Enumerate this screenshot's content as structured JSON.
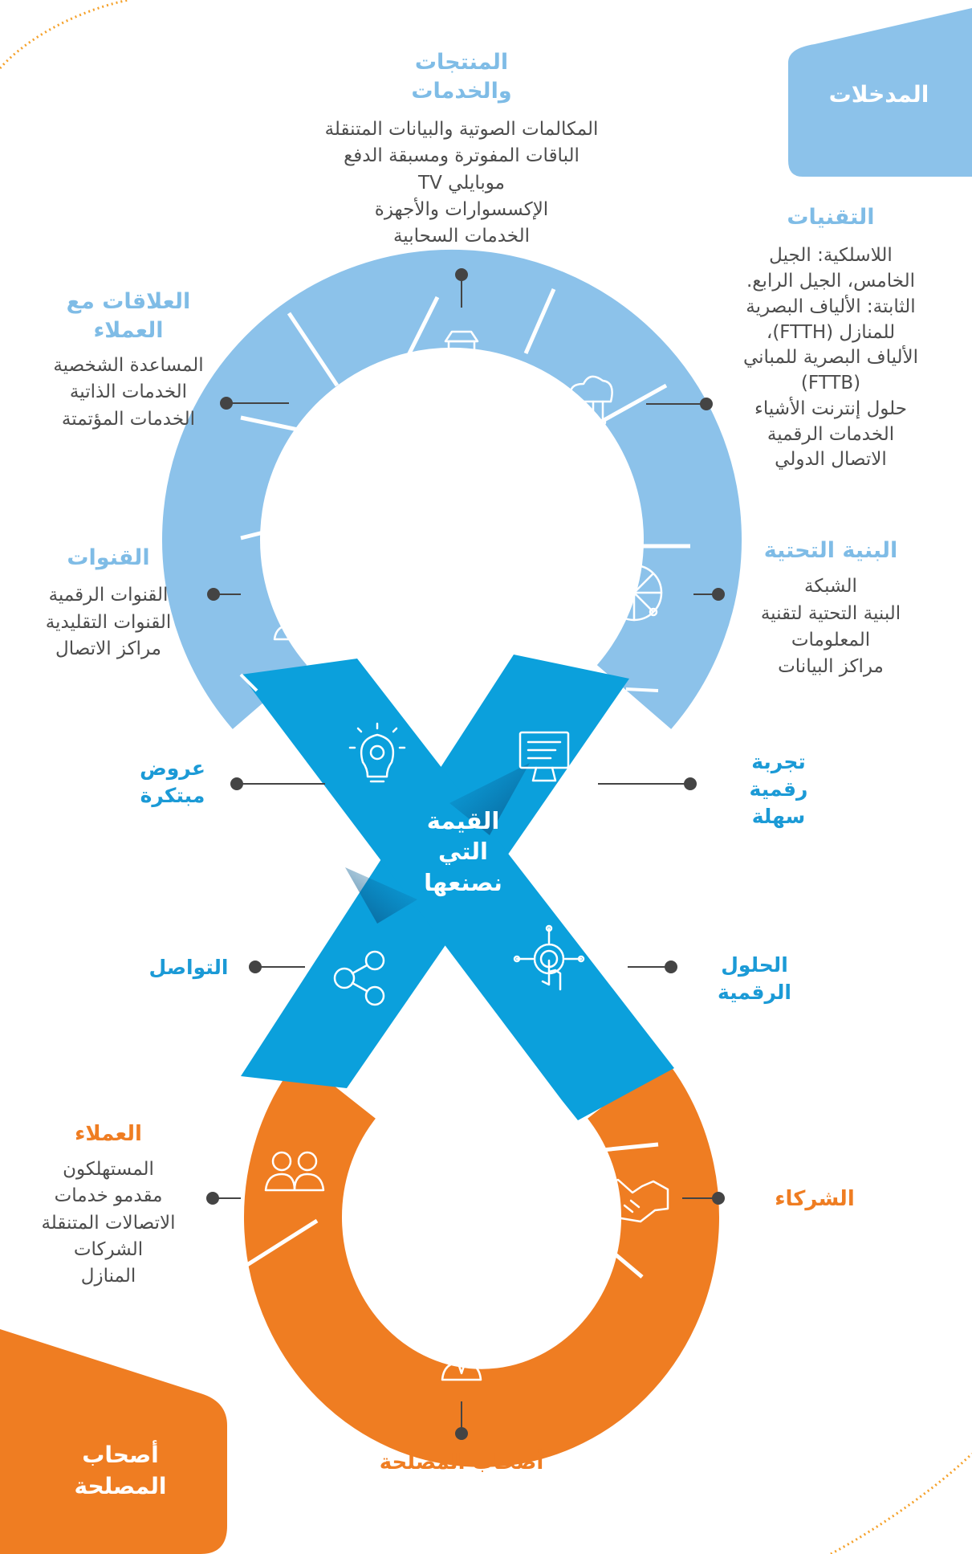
{
  "corner_boxes": {
    "inputs": "المدخلات",
    "stakeholders": "أصحاب المصلحة"
  },
  "center": "القيمة التي نصنعها",
  "sections": {
    "products": {
      "title": "المنتجات والخدمات",
      "items": [
        "المكالمات الصوتية والبيانات المتنقلة",
        "الباقات المفوترة ومسبقة الدفع",
        "موبايلي TV",
        "الإكسسوارات والأجهزة",
        "الخدمات السحابية"
      ]
    },
    "technologies": {
      "title": "التقنيات",
      "items": [
        "اللاسلكية: الجيل",
        "الخامس، الجيل الرابع.",
        "الثابتة: الألياف البصرية",
        "للمنازل (FTTH)،",
        "الألياف البصرية للمباني",
        "(FTTB)",
        "حلول إنترنت الأشياء",
        "الخدمات الرقمية",
        "الاتصال الدولي"
      ]
    },
    "customer_relations": {
      "title": "العلاقات مع العملاء",
      "items": [
        "المساعدة الشخصية",
        "الخدمات الذاتية",
        "الخدمات المؤتمتة"
      ]
    },
    "infrastructure": {
      "title": "البنية التحتية",
      "items": [
        "الشبكة",
        "البنية التحتية لتقنية",
        "المعلومات",
        "مراكز البيانات"
      ]
    },
    "channels": {
      "title": "القنوات",
      "items": [
        "القنوات الرقمية",
        "القنوات التقليدية",
        "مراكز الاتصال"
      ]
    },
    "innovative_offers": {
      "title": "عروض مبتكرة"
    },
    "digital_experience": {
      "title": "تجربة رقمية سهلة"
    },
    "communication": {
      "title": "التواصل"
    },
    "digital_solutions": {
      "title": "الحلول الرقمية"
    },
    "customers": {
      "title": "العملاء",
      "items": [
        "المستهلكون",
        "مقدمو خدمات",
        "الاتصالات المتنقلة",
        "الشركات",
        "المنازل"
      ]
    },
    "partners": {
      "title": "الشركاء"
    },
    "stakeholders_bottom": {
      "title": "أصحاب المصلحة"
    }
  },
  "colors": {
    "light_blue": "#8cc2ea",
    "mid_blue": "#0ba0dc",
    "orange": "#ef7d22",
    "gray_text": "#4d4d4d"
  },
  "icons": [
    "box-hand-icon",
    "cloud-network-icon",
    "people-pair-icon",
    "globe-network-icon",
    "agent-chat-icon",
    "monitor-icon",
    "lightbulb-gear-icon",
    "network-people-icon",
    "touch-network-icon",
    "people-pair-orange-icon",
    "handshake-icon",
    "person-icon"
  ]
}
